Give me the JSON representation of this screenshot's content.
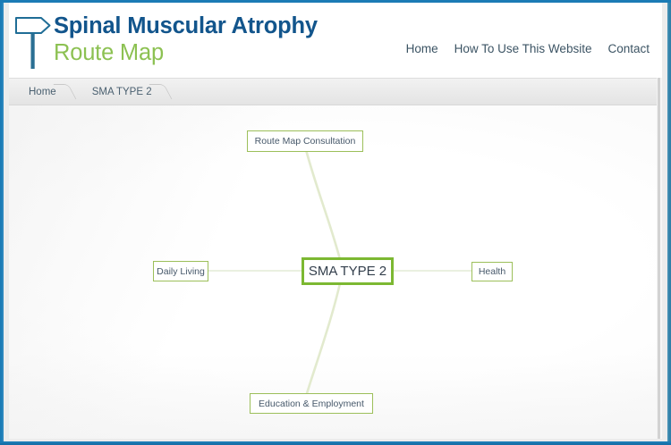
{
  "site": {
    "logo_icon": "signpost-icon",
    "brand_line1": "Spinal Muscular Atrophy",
    "brand_line2": "Route Map",
    "brand_color_primary": "#12558c",
    "brand_color_accent": "#8cc152"
  },
  "topnav": {
    "items": [
      {
        "label": "Home"
      },
      {
        "label": "How To Use This Website"
      },
      {
        "label": "Contact"
      }
    ]
  },
  "breadcrumb": {
    "items": [
      {
        "label": "Home"
      },
      {
        "label": "SMA TYPE 2"
      }
    ]
  },
  "routemap": {
    "center": {
      "label": "SMA TYPE 2"
    },
    "nodes": [
      {
        "label": "Route Map Consultation",
        "position": "top"
      },
      {
        "label": "Daily Living",
        "position": "left"
      },
      {
        "label": "Health",
        "position": "right"
      },
      {
        "label": "Education & Employment",
        "position": "bottom"
      }
    ],
    "edge_color": "#e3ebd2",
    "node_border_color": "#9cbf5a",
    "center_border_color": "#7cb832"
  }
}
